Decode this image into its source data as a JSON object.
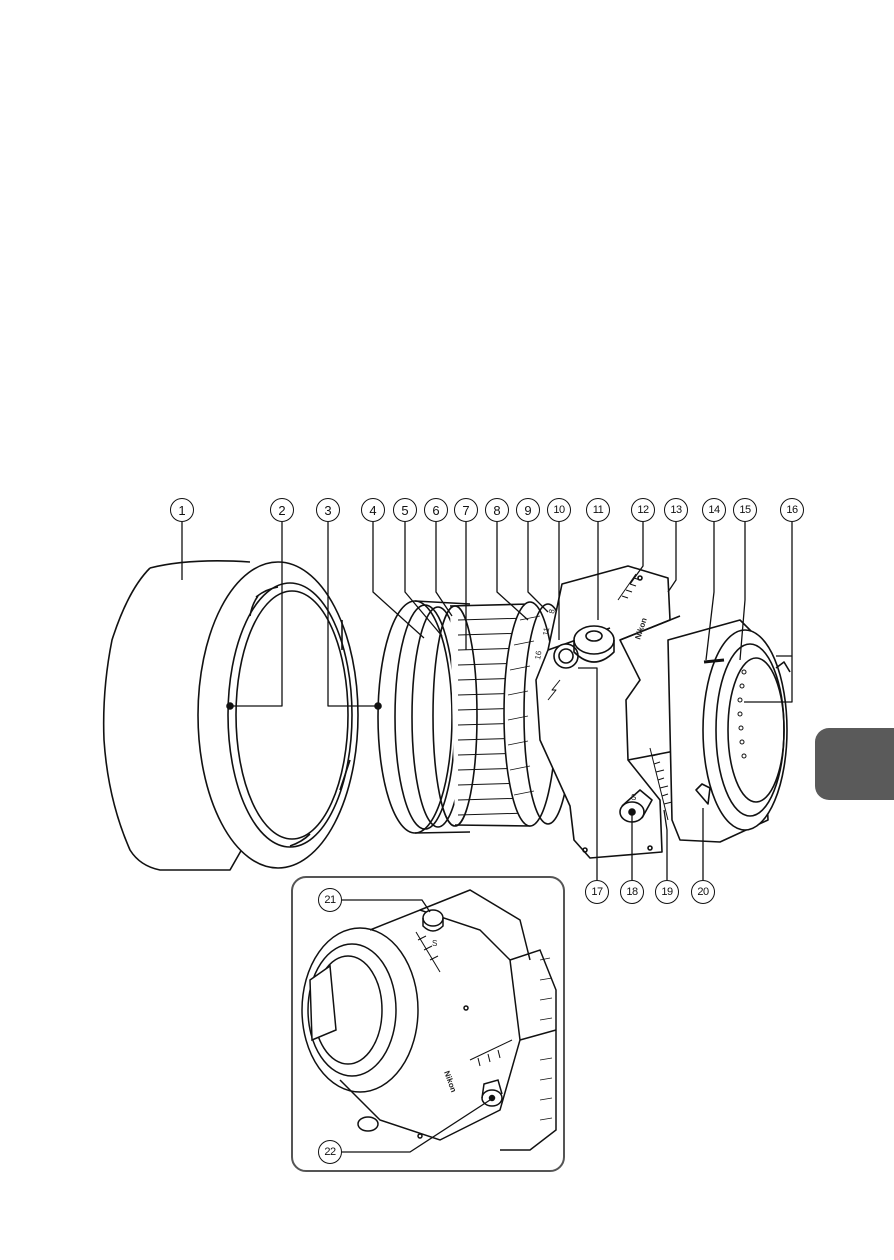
{
  "callouts": {
    "main": [
      "1",
      "2",
      "3",
      "4",
      "5",
      "6",
      "7",
      "8",
      "9",
      "10",
      "11",
      "12",
      "13",
      "14",
      "15",
      "16",
      "17",
      "18",
      "19",
      "20"
    ],
    "inset": [
      "21",
      "22"
    ]
  },
  "lens_markings": {
    "brand": "Nikon",
    "scale_s": "S",
    "aperture_marks": [
      "16",
      "11",
      "8"
    ]
  },
  "colors": {
    "line": "#111111",
    "tab": "#5a5a5a",
    "inset_border": "#555555"
  }
}
